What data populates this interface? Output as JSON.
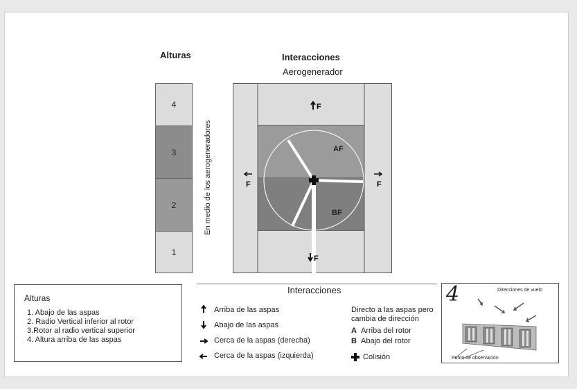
{
  "heights_panel": {
    "title": "Alturas",
    "levels": [
      "4",
      "3",
      "2",
      "1"
    ]
  },
  "interactions_panel": {
    "title": "Interacciones",
    "subtitle": "Aerogenerador",
    "side_label": "En medio de los aerogeneradores",
    "zone_upper": "AF",
    "zone_lower": "BF",
    "letter_f": "F"
  },
  "legend_heights": {
    "title": "Alturas",
    "items": [
      "1. Abajo de las aspas",
      "2. Radio Vertical inferior al rotor",
      "3.Rotor al radio vertical superior",
      "4. Altura arriba de las aspas"
    ]
  },
  "legend_interactions": {
    "title": "Interacciones",
    "items": [
      {
        "icon": "arrow-up-icon",
        "label": "Arriba de las aspas"
      },
      {
        "icon": "arrow-down-icon",
        "label": "Abajo de las aspas"
      },
      {
        "icon": "arrow-right-icon",
        "label": "Cerca de la aspas  (derecha)"
      },
      {
        "icon": "arrow-left-icon",
        "label": "Cerca de la aspas  (izquierda)"
      }
    ],
    "direct_title_1": "Directo a las aspas pero",
    "direct_title_2": "cambia de dirección",
    "direct_items": [
      {
        "key": "A",
        "label": "Arriba del rotor"
      },
      {
        "key": "B",
        "label": "Abajo del rotor"
      }
    ],
    "collision_label": "Colisión"
  },
  "photo_inset": {
    "number": "4",
    "caption_top": "Direcciones de vuelo",
    "caption_bottom": "Punto de observación"
  },
  "colors": {
    "light": "#d8d8d8",
    "mid": "#9a9a9a",
    "dark": "#7e7e7e",
    "level_mid_upper": "#8c8c8c",
    "level_mid_lower": "#999999"
  }
}
